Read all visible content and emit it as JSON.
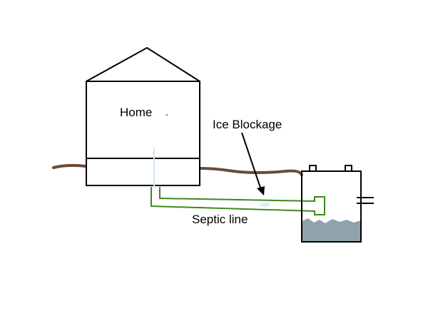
{
  "labels": {
    "home": "Home",
    "ice_blockage": "Ice Blockage",
    "septic_line": "Septic line"
  },
  "colors": {
    "ground": "#6b4a35",
    "pipe": "#3d8a1e",
    "water": "#8fa3ad",
    "ice": "#d6eef8",
    "outline": "#000000"
  }
}
